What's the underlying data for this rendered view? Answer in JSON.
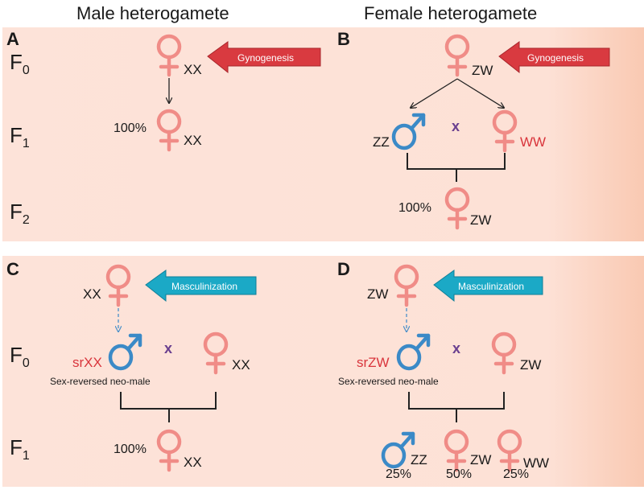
{
  "headers": {
    "male": "Male heterogamete",
    "female": "Female heterogamete"
  },
  "panels": {
    "a": "A",
    "b": "B",
    "c": "C",
    "d": "D"
  },
  "generations": {
    "f": "F",
    "g0": "0",
    "g1": "1",
    "g2": "2"
  },
  "arrows": {
    "gynogenesis": "Gynogenesis",
    "masculinization": "Masculinization"
  },
  "genotypes": {
    "xx": "XX",
    "zw": "ZW",
    "zz": "ZZ",
    "ww": "WW",
    "srxx": "srXX",
    "srzw": "srZW"
  },
  "percents": {
    "p100": "100%",
    "p25": "25%",
    "p50": "50%"
  },
  "cross": "x",
  "neo_male": "Sex-reversed neo-male",
  "colors": {
    "female_symbol": "#f08c87",
    "male_symbol": "#3b8ac7",
    "gynogenesis_arrow": "#d93a40",
    "masculinization_arrow": "#1ba9c6",
    "panel_bg": "#fde3d9"
  }
}
